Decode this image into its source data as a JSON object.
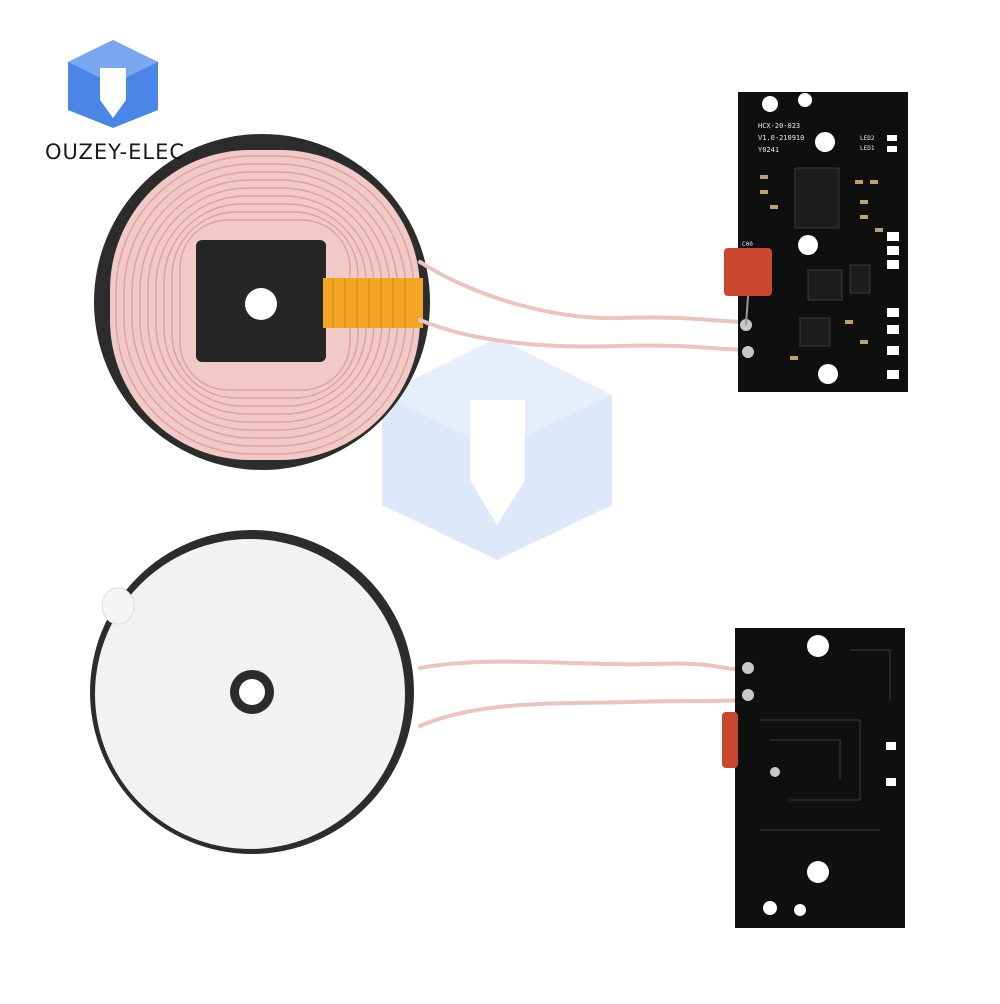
{
  "brand": {
    "name": "OUZEY-ELEC",
    "color": "#3b72d6"
  },
  "board_top": {
    "model": "HCX-20-023",
    "version": "V1.0-210910",
    "code": "Y0241",
    "led2": "LED2",
    "led1": "LED1",
    "cap_label": "C00"
  },
  "colors": {
    "coil_copper": "#f1c9c6",
    "coil_line": "#e2a8a4",
    "ferrite": "#2b2b2b",
    "tape": "#f3a623",
    "pcb": "#0f0f0f",
    "capacitor": "#c9472e",
    "backing": "#f2f2f2"
  }
}
